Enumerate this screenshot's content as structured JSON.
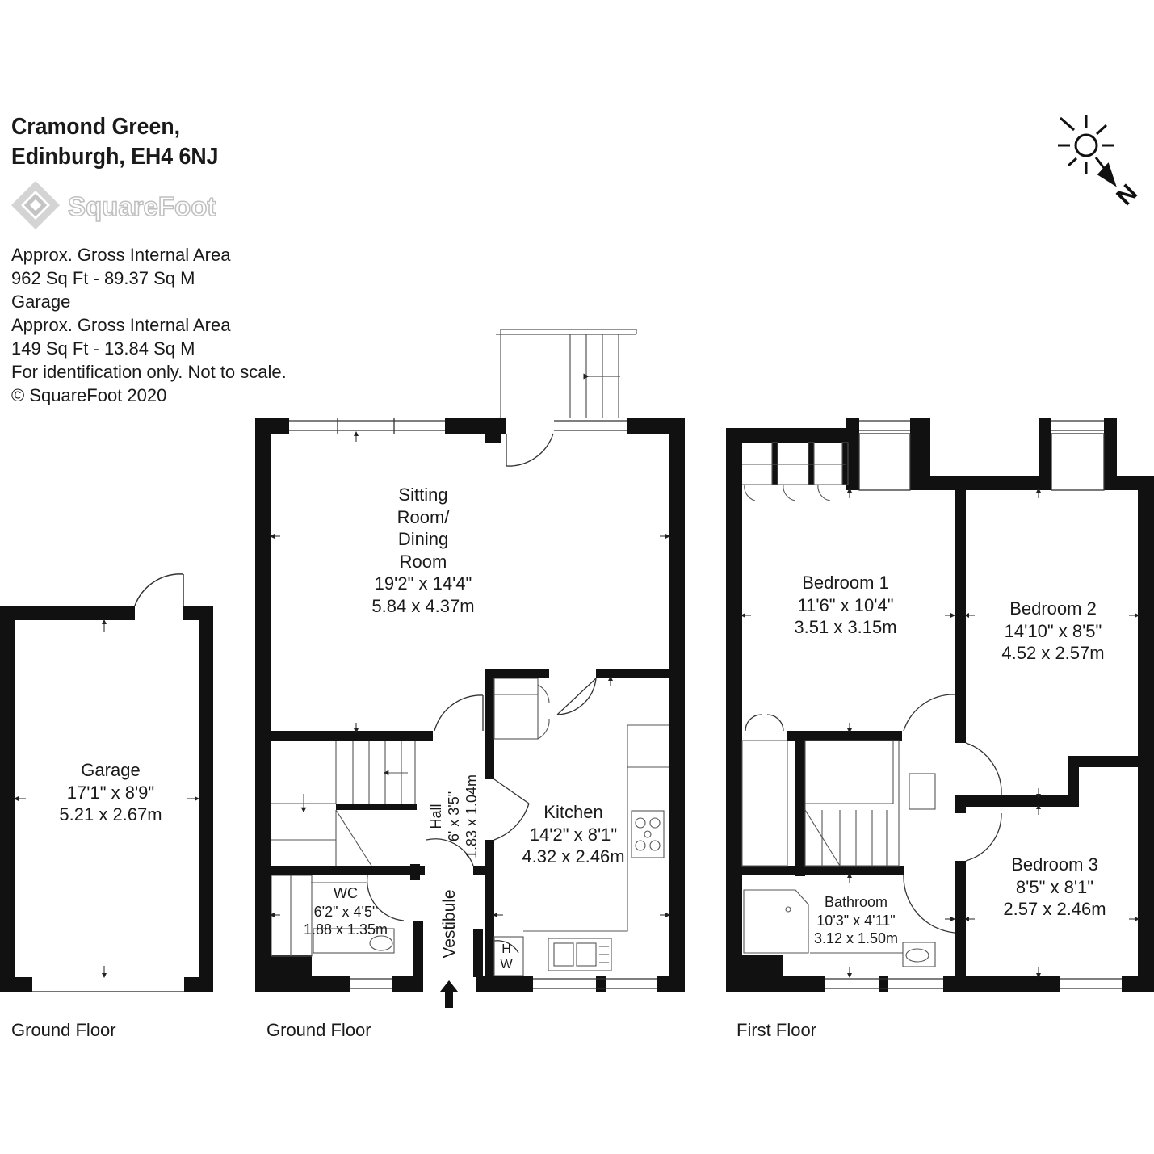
{
  "header": {
    "address_line1": "Cramond Green,",
    "address_line2": "Edinburgh, EH4 6NJ"
  },
  "logo": {
    "text": "SquareFoot",
    "icon": "diamond-logo-icon"
  },
  "info": [
    "Approx. Gross Internal Area",
    "962 Sq Ft  -  89.37 Sq M",
    "Garage",
    "Approx. Gross Internal Area",
    "149 Sq Ft  -  13.84 Sq M",
    "For identification only. Not to scale.",
    "© SquareFoot 2020"
  ],
  "compass": {
    "icon": "sun-north-compass-icon",
    "label": "N"
  },
  "floors": {
    "garage": "Ground Floor",
    "ground": "Ground Floor",
    "first": "First Floor"
  },
  "rooms": {
    "garage": {
      "name": "Garage",
      "imperial": "17'1\" x 8'9\"",
      "metric": "5.21 x 2.67m"
    },
    "sitting": {
      "name1": "Sitting",
      "name2": "Room/",
      "name3": "Dining",
      "name4": "Room",
      "imperial": "19'2\" x 14'4\"",
      "metric": "5.84 x 4.37m"
    },
    "kitchen": {
      "name": "Kitchen",
      "imperial": "14'2\" x 8'1\"",
      "metric": "4.32 x 2.46m"
    },
    "hall": {
      "name": "Hall",
      "imperial": "6' x 3'5\"",
      "metric": "1.83 x 1.04m"
    },
    "wc": {
      "name": "WC",
      "imperial": "6'2\" x 4'5\"",
      "metric": "1.88 x 1.35m"
    },
    "vestibule": {
      "name": "Vestibule"
    },
    "hw": {
      "line1": "H",
      "line2": "W"
    },
    "bedroom1": {
      "name": "Bedroom 1",
      "imperial": "11'6\" x 10'4\"",
      "metric": "3.51 x 3.15m"
    },
    "bedroom2": {
      "name": "Bedroom 2",
      "imperial": "14'10\" x 8'5\"",
      "metric": "4.52 x 2.57m"
    },
    "bedroom3": {
      "name": "Bedroom 3",
      "imperial": "8'5\" x 8'1\"",
      "metric": "2.57 x 2.46m"
    },
    "bathroom": {
      "name": "Bathroom",
      "imperial": "10'3\" x 4'11\"",
      "metric": "3.12 x 1.50m"
    }
  },
  "colors": {
    "wall": "#111111",
    "line": "#333333",
    "logo": "#c8c8c8"
  }
}
